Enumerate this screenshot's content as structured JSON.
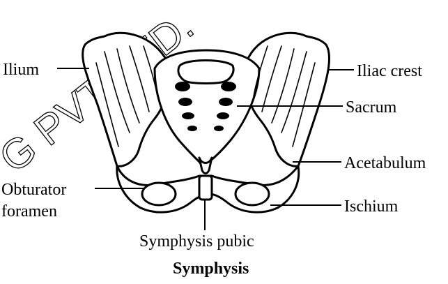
{
  "diagram": {
    "labels": {
      "ilium": "Ilium",
      "iliac_crest": "Iliac crest",
      "sacrum": "Sacrum",
      "acetabulum": "Acetabulum",
      "obturator_line1": "Obturator",
      "obturator_line2": "foramen",
      "ischium": "Ischium",
      "symphysis_pubic": "Symphysis pubic"
    },
    "caption": "Symphysis",
    "watermark": "G PVT. LTD."
  }
}
